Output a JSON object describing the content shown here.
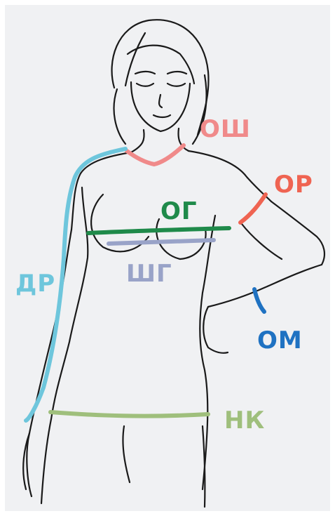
{
  "measurements": [
    {
      "key": "osh",
      "label": "ОШ",
      "color": "#f08a8a"
    },
    {
      "key": "or",
      "label": "ОР",
      "color": "#ef6452"
    },
    {
      "key": "og",
      "label": "ОГ",
      "color": "#1f8a4a"
    },
    {
      "key": "shg",
      "label": "ШГ",
      "color": "#99a3c8"
    },
    {
      "key": "dr",
      "label": "ДР",
      "color": "#6ec6dc"
    },
    {
      "key": "om",
      "label": "ОМ",
      "color": "#1f72c2"
    },
    {
      "key": "nk",
      "label": "НК",
      "color": "#9fbf7c"
    }
  ],
  "colors": {
    "background": "#f0f1f3",
    "outline": "#1a1a1a"
  }
}
